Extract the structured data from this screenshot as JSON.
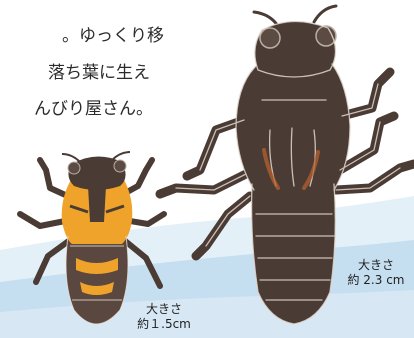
{
  "intro_text": {
    "line1": "",
    "line2": "。ゆっくり移",
    "line3": "落ち葉に生え",
    "line4": "んびり屋さん。"
  },
  "small_larva": {
    "size_label": "大きさ",
    "size_value": "約１.5cm"
  },
  "large_larva": {
    "size_label": "大きさ",
    "size_value": "約 2.3 cm"
  },
  "colors": {
    "background": "#ffffff",
    "water_light": "#dcebf6",
    "water_mid": "#bcd8ee",
    "larva_dark": "#4a3b34",
    "larva_orange": "#f0a32a",
    "outline": "#ece6df"
  }
}
